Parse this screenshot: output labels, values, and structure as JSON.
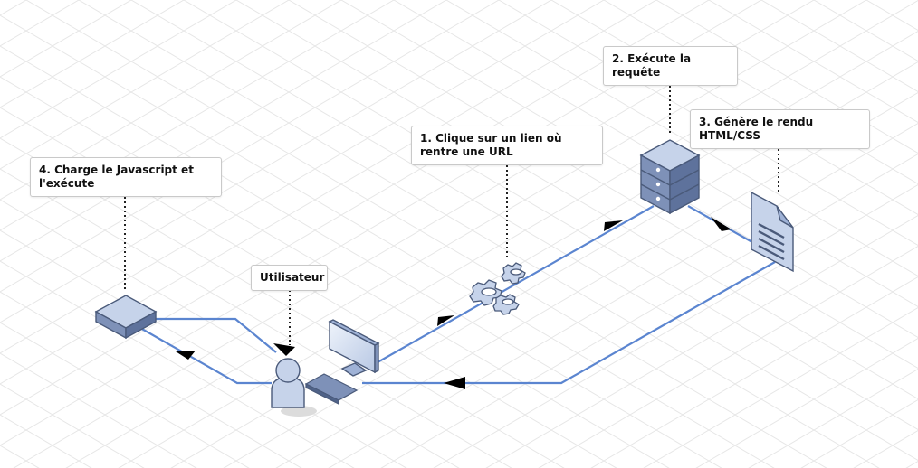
{
  "labels": {
    "step1": "1. Clique sur un lien où rentre une URL",
    "step2": "2. Exécute la requête",
    "step3": "3. Génère le rendu HTML/CSS",
    "step4": "4. Charge le Javascript et l'exécute",
    "user": "Utilisateur"
  },
  "colors": {
    "link_line": "#5b85d0",
    "node_fill": "#c6d3ea",
    "node_dark": "#4a5a7a",
    "arrow": "#000000",
    "grid": "#e6e6e6"
  },
  "icons": [
    "browser-box-icon",
    "user-icon",
    "monitor-icon",
    "keyboard-icon",
    "gears-icon",
    "server-icon",
    "document-icon"
  ]
}
